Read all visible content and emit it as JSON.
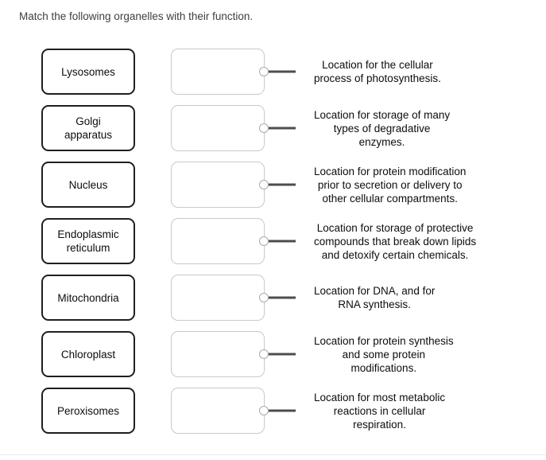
{
  "title": "Match the following organelles with their function.",
  "rows": [
    {
      "organelle": "Lysosomes",
      "function_lines": [
        "Location for the cellular",
        "process of photosynthesis."
      ]
    },
    {
      "organelle": "Golgi apparatus",
      "function_lines": [
        "Location for storage of many",
        "types of degradative",
        "enzymes."
      ]
    },
    {
      "organelle": "Nucleus",
      "function_lines": [
        "Location for protein modification",
        "prior to secretion or delivery to",
        "other cellular compartments."
      ]
    },
    {
      "organelle": "Endoplasmic reticulum",
      "function_lines": [
        "Location for storage of protective",
        "compounds that break down lipids",
        "and detoxify certain chemicals."
      ]
    },
    {
      "organelle": "Mitochondria",
      "function_lines": [
        "Location for DNA, and for",
        "RNA synthesis."
      ]
    },
    {
      "organelle": "Chloroplast",
      "function_lines": [
        "Location for protein synthesis",
        "and some protein",
        "modifications."
      ]
    },
    {
      "organelle": "Peroxisomes",
      "function_lines": [
        "Location for most metabolic",
        "reactions in cellular",
        "respiration."
      ]
    }
  ],
  "colors": {
    "organelle_border": "#1f1f1f",
    "dropzone_border": "#c9c9c9",
    "connector_dot_border": "#ababab",
    "connector_line": "#4d4d4d",
    "body_text": "#0d0d0d",
    "title_text": "#3f3f3f",
    "divider": "#eaeaea",
    "background": "#ffffff"
  }
}
